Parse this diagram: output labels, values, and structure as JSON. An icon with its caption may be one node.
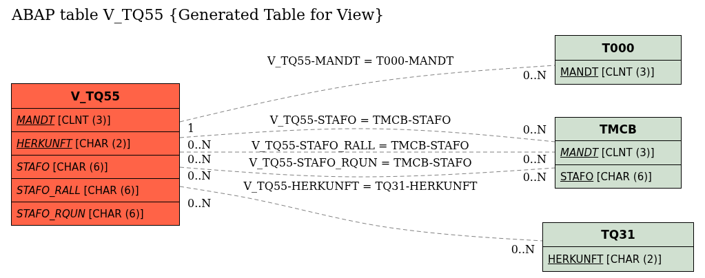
{
  "diagram": {
    "title": "ABAP table V_TQ55 {Generated Table for View}",
    "nodes": [
      {
        "text": [
          "V_TQ55"
        ]
      },
      {
        "text": [
          "MANDT",
          "[CLNT (3)]"
        ],
        "in": 0
      },
      {
        "text": [
          "HERKUNFT",
          "[CHAR (2)]"
        ],
        "in": 0
      },
      {
        "text": [
          "STAFO",
          "[CHAR (6)]"
        ],
        "in": 0
      },
      {
        "text": [
          "STAFO_RALL",
          "[CHAR (6)]"
        ],
        "in": 0
      },
      {
        "text": [
          "STAFO_RQUN",
          "[CHAR (6)]"
        ],
        "in": 0
      },
      {
        "text": [
          "T000"
        ]
      },
      {
        "text": [
          "MANDT",
          "[CLNT (3)]"
        ],
        "in": 6
      },
      {
        "text": [
          "TMCB"
        ]
      },
      {
        "text": [
          "MANDT",
          "[CLNT (3)]"
        ],
        "in": 8
      },
      {
        "text": [
          "STAFO",
          "[CHAR (6)]"
        ],
        "in": 8
      },
      {
        "text": [
          "TQ31"
        ]
      },
      {
        "text": [
          "HERKUNFT",
          "[CHAR (2)]"
        ],
        "in": 11
      }
    ],
    "edges": [
      {
        "from": 0,
        "to": 6,
        "arrow": "none",
        "style": "dashed",
        "label": "V_TQ55-MANDT = T000-MANDT"
      },
      {
        "from": 0,
        "to": 8,
        "arrow": "none",
        "style": "dashed",
        "label": "V_TQ55-STAFO = TMCB-STAFO"
      },
      {
        "from": 0,
        "to": 8,
        "arrow": "none",
        "style": "dashed",
        "label": "V_TQ55-STAFO_RALL = TMCB-STAFO"
      },
      {
        "from": 0,
        "to": 8,
        "arrow": "none",
        "style": "dashed",
        "label": "V_TQ55-STAFO_RQUN = TMCB-STAFO"
      },
      {
        "from": 0,
        "to": 11,
        "arrow": "none",
        "style": "dashed",
        "label": "V_TQ55-HERKUNFT = TQ31-HERKUNFT"
      }
    ],
    "labels": [
      "1",
      "0..N",
      "0..N",
      "0..N",
      "0..N",
      "0..N",
      "0..N",
      "0..N",
      "0..N",
      "0..N"
    ]
  }
}
